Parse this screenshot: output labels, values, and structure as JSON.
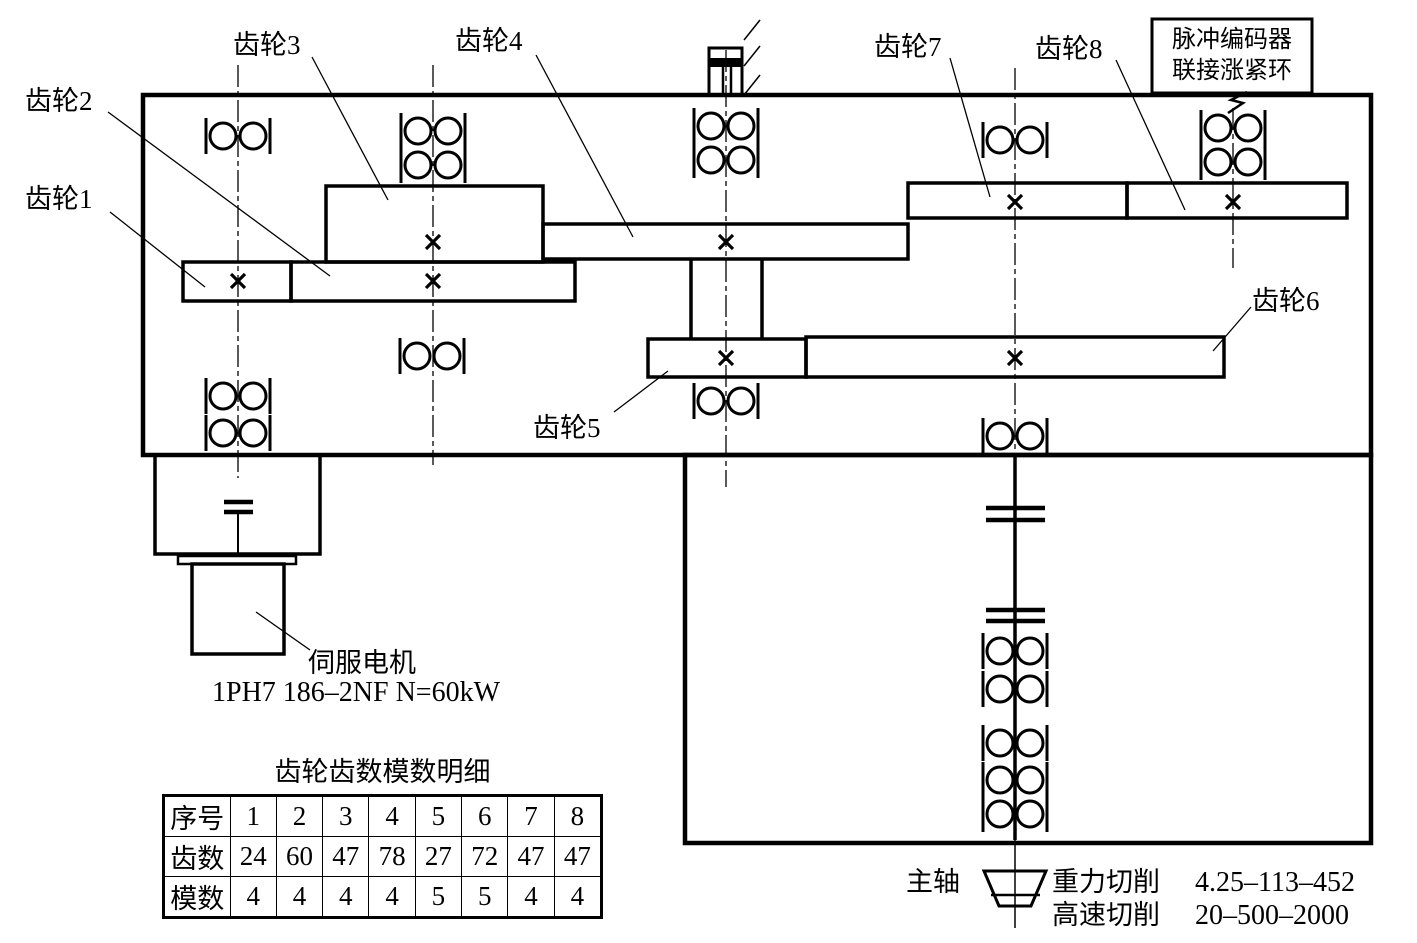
{
  "colors": {
    "ink": "#000000",
    "paper": "#ffffff"
  },
  "labels": {
    "gears": [
      {
        "label": "齿轮1"
      },
      {
        "label": "齿轮2"
      },
      {
        "label": "齿轮3"
      },
      {
        "label": "齿轮4"
      },
      {
        "label": "齿轮5"
      },
      {
        "label": "齿轮6"
      },
      {
        "label": "齿轮7"
      },
      {
        "label": "齿轮8"
      }
    ],
    "encoder_line1": "脉冲编码器",
    "encoder_line2": "联接涨紧环",
    "servo_motor": "伺服电机",
    "motor_model": "1PH7  186–2NF  N=60kW",
    "spindle": "主轴",
    "cutting": [
      {
        "mode": "重力切削",
        "range": "4.25–113–452"
      },
      {
        "mode": "高速切削",
        "range": "20–500–2000"
      }
    ]
  },
  "table": {
    "title": "齿轮齿数模数明细",
    "rows": [
      {
        "header": "序号",
        "values": [
          "1",
          "2",
          "3",
          "4",
          "5",
          "6",
          "7",
          "8"
        ]
      },
      {
        "header": "齿数",
        "values": [
          "24",
          "60",
          "47",
          "78",
          "27",
          "72",
          "47",
          "47"
        ]
      },
      {
        "header": "模数",
        "values": [
          "4",
          "4",
          "4",
          "4",
          "5",
          "5",
          "4",
          "4"
        ]
      }
    ]
  }
}
